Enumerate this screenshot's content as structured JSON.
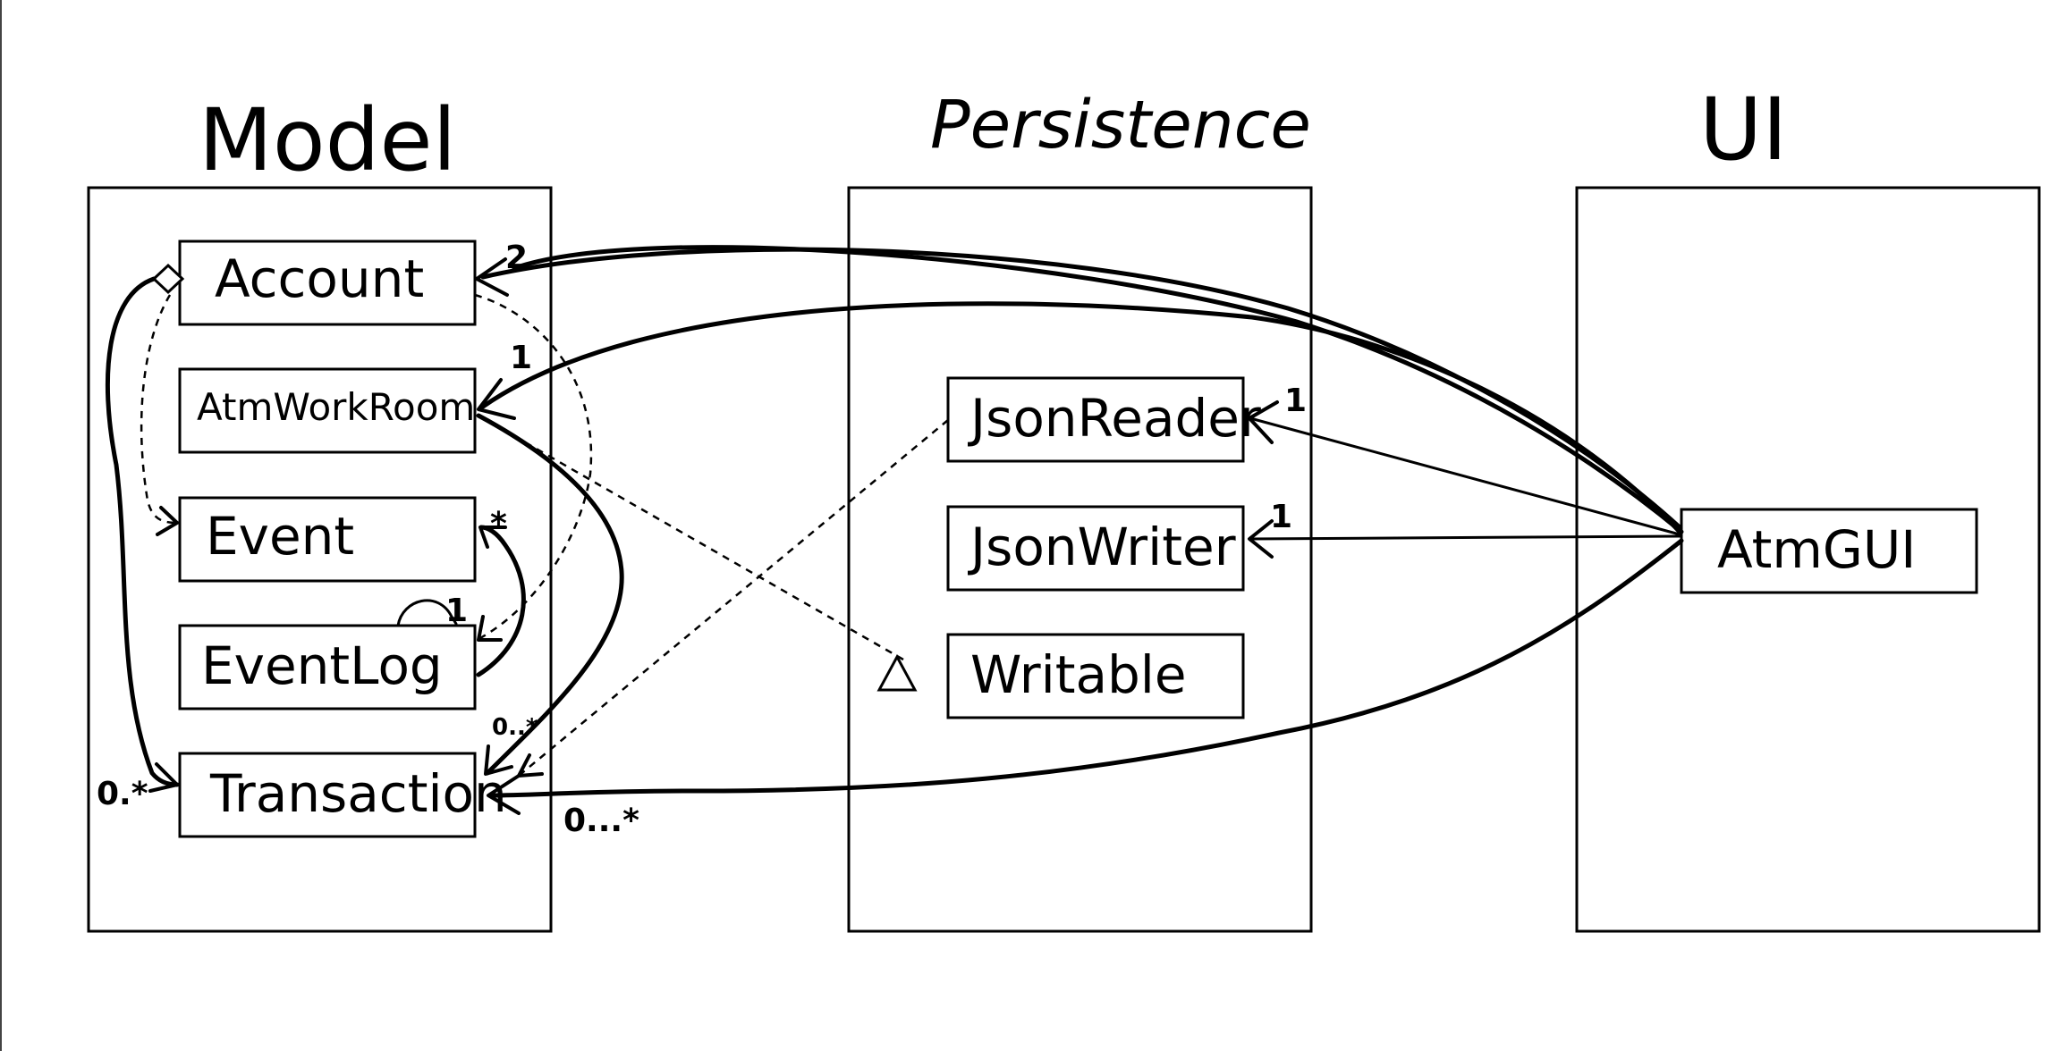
{
  "packages": {
    "model": "Model",
    "persistence": "Persistence",
    "ui": "UI"
  },
  "classes": {
    "account": "Account",
    "atm_work_room": "AtmWorkRoom",
    "event": "Event",
    "event_log": "EventLog",
    "transaction": "Transaction",
    "json_reader": "JsonReader",
    "json_writer": "JsonWriter",
    "writable": "Writable",
    "atm_gui": "AtmGUI"
  },
  "multiplicities": {
    "account_from_gui": "2",
    "atmworkroom_from_gui": "1",
    "event_from_eventlog": "*",
    "eventlog_self": "1",
    "transaction_from_account": "0.*",
    "transaction_from_atmworkroom": "0..*",
    "transaction_from_gui": "0...*",
    "jsonreader_from_gui": "1",
    "jsonwriter_from_gui": "1"
  }
}
